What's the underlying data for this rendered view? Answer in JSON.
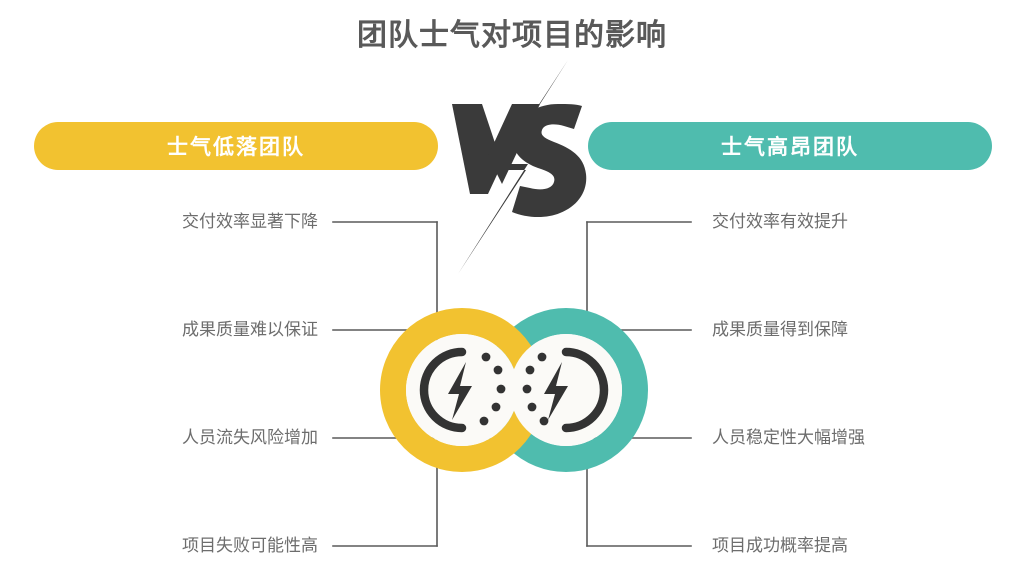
{
  "page": {
    "title": "团队士气对项目的影响",
    "background_color": "#FFFFFF",
    "title_color": "#595959"
  },
  "vs": {
    "label": "VS",
    "color": "#3A3A3A",
    "icon": "lightning-bolt-icon"
  },
  "left": {
    "banner_label": "士气低落团队",
    "accent_color": "#F2C230",
    "icon": "low-morale-battery-bolt-icon",
    "items": [
      {
        "label": "交付效率显著下降"
      },
      {
        "label": "成果质量难以保证"
      },
      {
        "label": "人员流失风险增加"
      },
      {
        "label": "项目失败可能性高"
      }
    ]
  },
  "right": {
    "banner_label": "士气高昂团队",
    "accent_color": "#4FBCAE",
    "icon": "high-morale-battery-bolt-icon",
    "items": [
      {
        "label": "交付效率有效提升"
      },
      {
        "label": "成果质量得到保障"
      },
      {
        "label": "人员稳定性大幅增强"
      },
      {
        "label": "项目成功概率提高"
      }
    ]
  },
  "colors": {
    "yellow": "#F2C230",
    "teal": "#4FBCAE",
    "dark": "#3A3A3A",
    "text_gray": "#6D6D6D",
    "line_gray": "#5A5A5A"
  }
}
